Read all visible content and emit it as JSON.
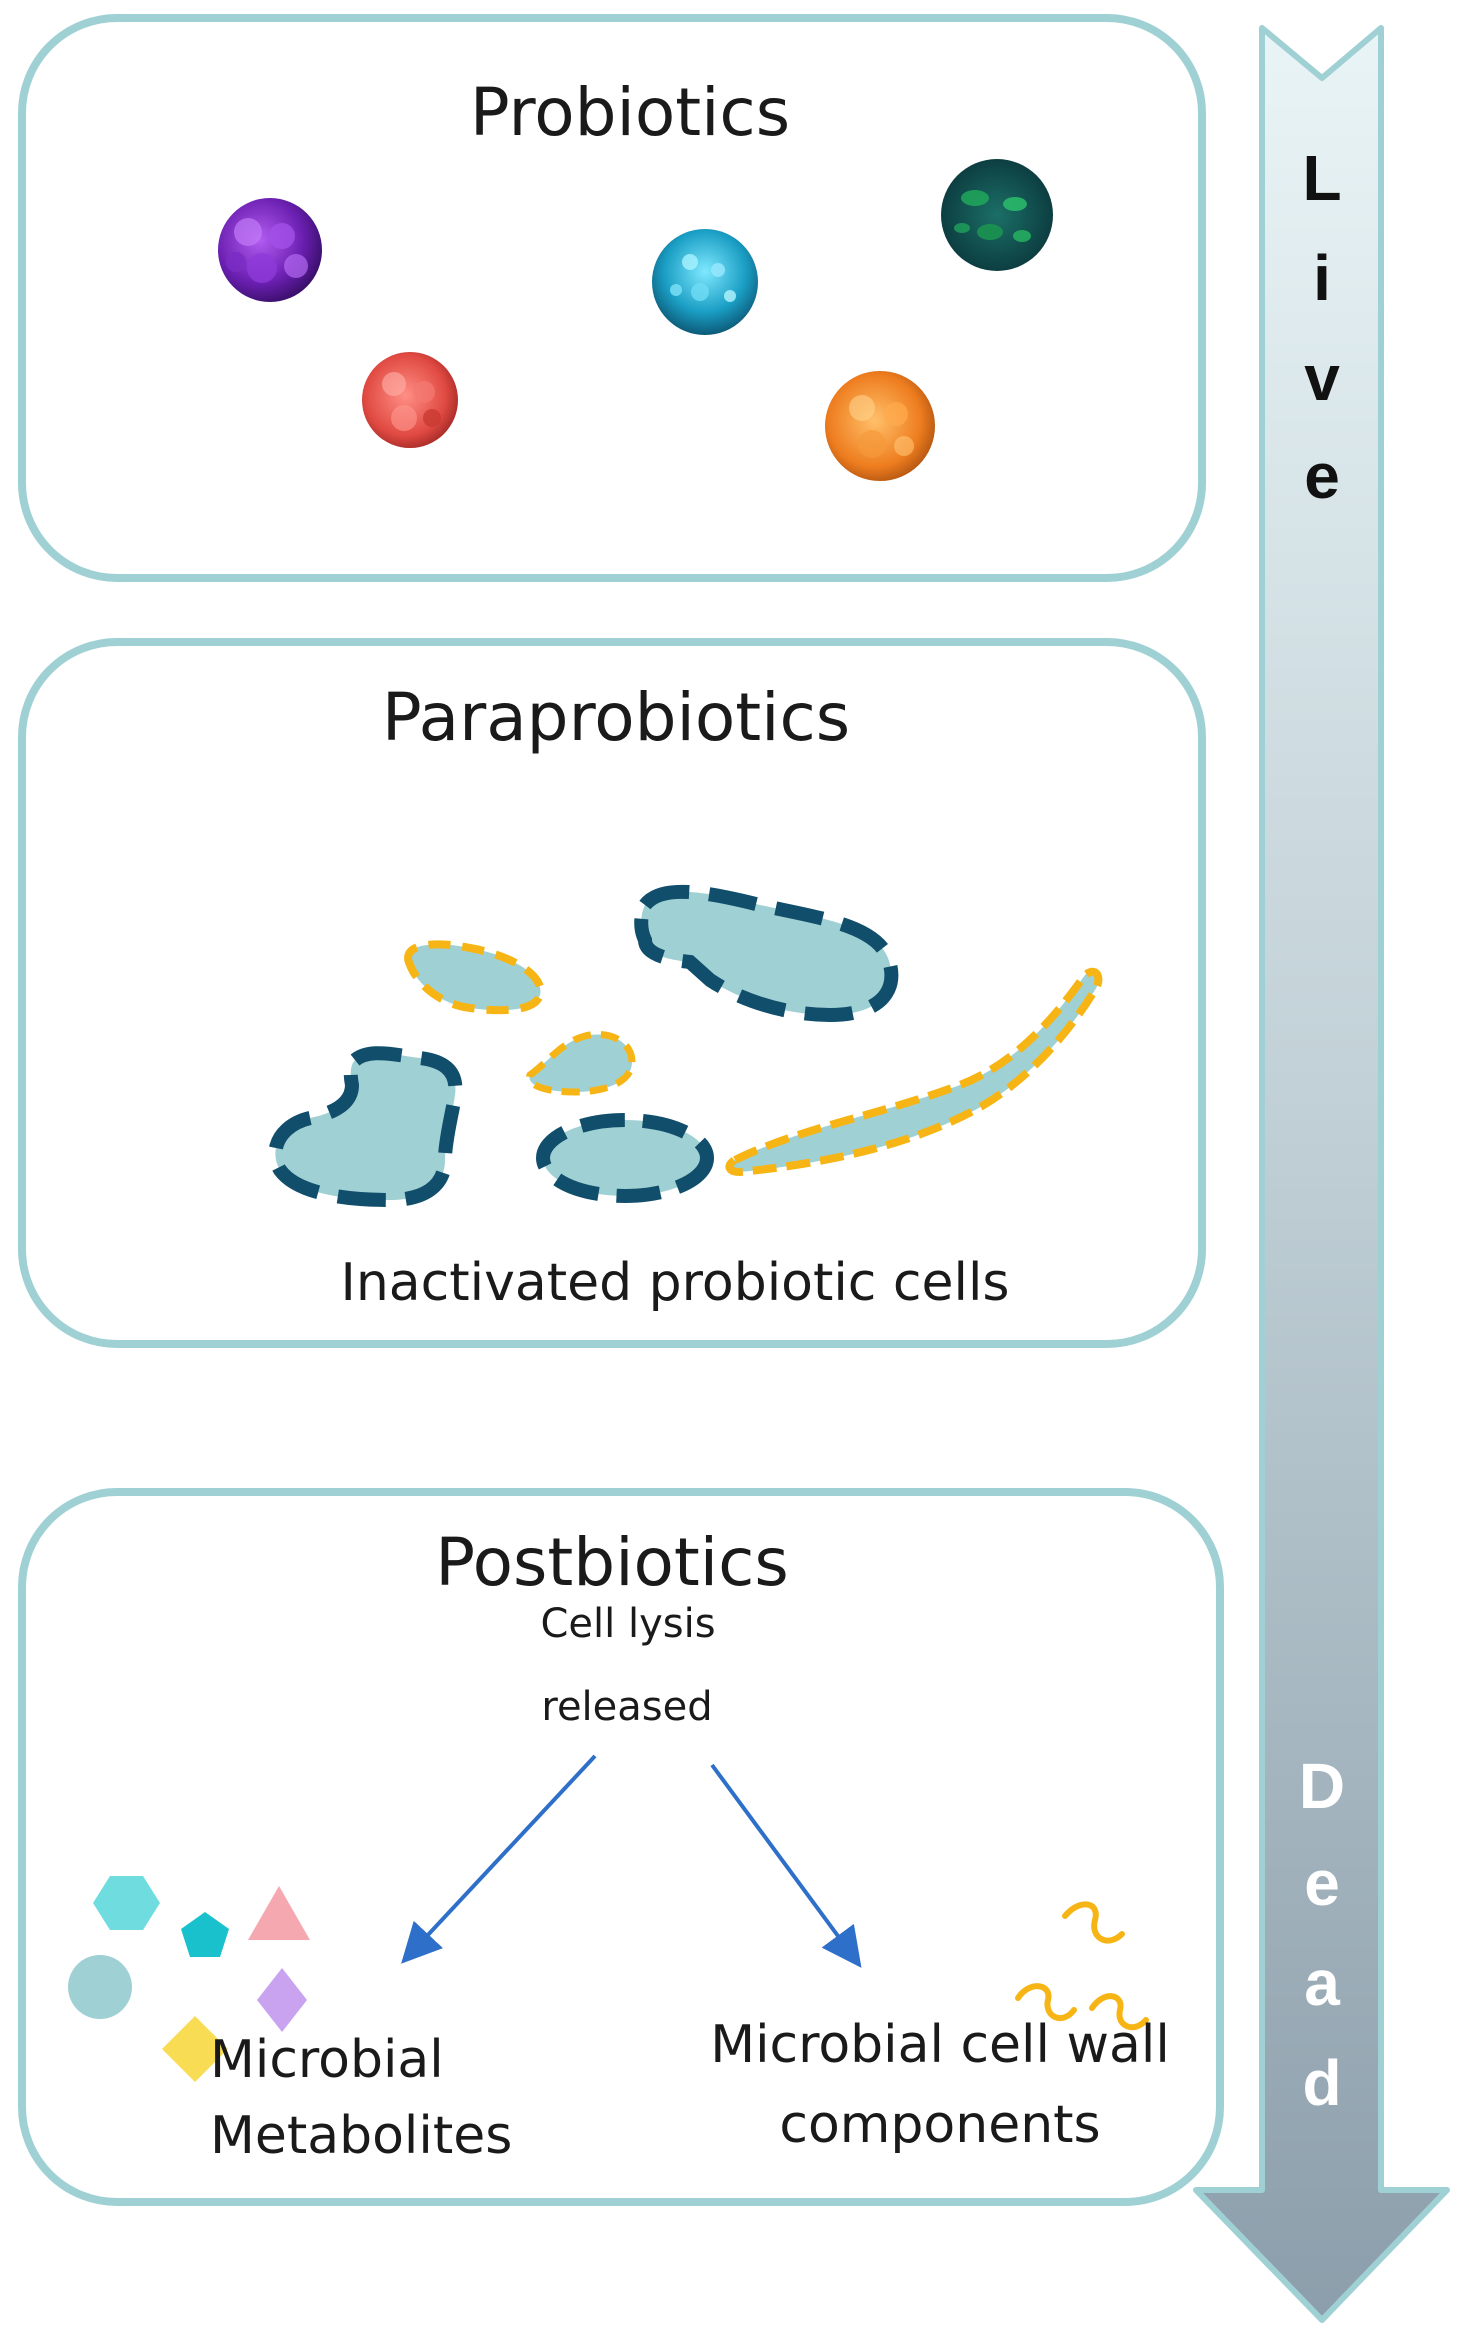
{
  "panels": {
    "probiotics": {
      "title": "Probiotics"
    },
    "paraprobiotics": {
      "title": "Paraprobiotics",
      "caption": "Inactivated probiotic cells"
    },
    "postbiotics": {
      "title": "Postbiotics",
      "line1": "Cell lysis",
      "line2": "released",
      "left_label_line1": "Microbial",
      "left_label_line2": "Metabolites",
      "right_label_line1": "Microbial cell wall",
      "right_label_line2": "components"
    }
  },
  "gradient_arrow": {
    "top_letters": [
      "L",
      "i",
      "v",
      "e"
    ],
    "bottom_letters": [
      "D",
      "e",
      "a",
      "d"
    ]
  },
  "colors": {
    "panel_border": "#9fd0d4",
    "cell_fill": "#9fd0d4",
    "dash_dark": "#114e6b",
    "dash_orange": "#f7b515",
    "arrow_blue": "#2e6fc9"
  },
  "shape_colors": {
    "hexagon": "#6fdde0",
    "pentagon": "#18c1cc",
    "triangle": "#f6a8b1",
    "circle": "#9fd0d4",
    "diamond_purple": "#c9a2f0",
    "diamond_yellow": "#f8dd54",
    "squiggle": "#f7b515"
  },
  "icons": [
    "purple-microbe-icon",
    "red-microbe-icon",
    "cyan-microbe-icon",
    "orange-microbe-icon",
    "green-microbe-icon"
  ]
}
